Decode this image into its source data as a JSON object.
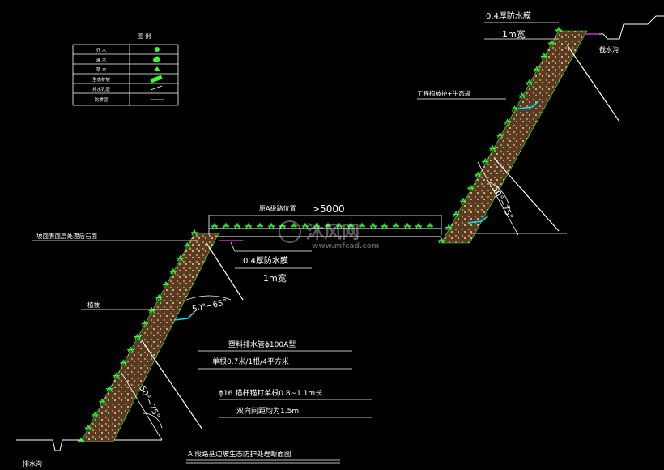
{
  "legend": {
    "title": "图  例",
    "rows": [
      {
        "label": "乔  木",
        "icon": "tree-icon"
      },
      {
        "label": "灌  木",
        "icon": "shrub-icon"
      },
      {
        "label": "草  本",
        "icon": "herb-icon"
      },
      {
        "label": "生态护坡",
        "icon": "eco-block-icon"
      },
      {
        "label": "排水孔管",
        "icon": "drain-pipe-icon"
      },
      {
        "label": "防渗层",
        "icon": "impermeable-line-icon"
      }
    ]
  },
  "labels": {
    "top_membrane": "0.4厚防水膜",
    "top_width": "1m宽",
    "top_ditch": "截水沟",
    "eco_protection": "工程植被护+生态袋",
    "angle_upper": "50°~75°",
    "platform": "原A级路位置",
    "platform_width": ">5000",
    "mid_membrane": "0.4厚防水膜",
    "mid_width": "1m宽",
    "lower_top_note": "坡面表面层处理后石面",
    "planting": "植被",
    "angle_mid": "50°~65°",
    "drain_spec": "塑料排水管ϕ100A型",
    "drain_density": "单根0.7米/1根/4平方米",
    "anchor_spec": "ϕ16 锚杆锚钉单根0.8~1.1m长",
    "anchor_spacing": "双向间距均为1.5m",
    "angle_lower": "50°~75°",
    "bottom_ditch": "排水沟",
    "drawing_title": "A 段路基边坡生态防护处理断面图"
  },
  "watermark": {
    "cn": "沐风网",
    "en": "www.mfcad.com"
  },
  "colors": {
    "tree": "#33ff33",
    "block": "#6b4a2a",
    "drain": "#00e5ff",
    "impermeable": "#cc33cc"
  }
}
